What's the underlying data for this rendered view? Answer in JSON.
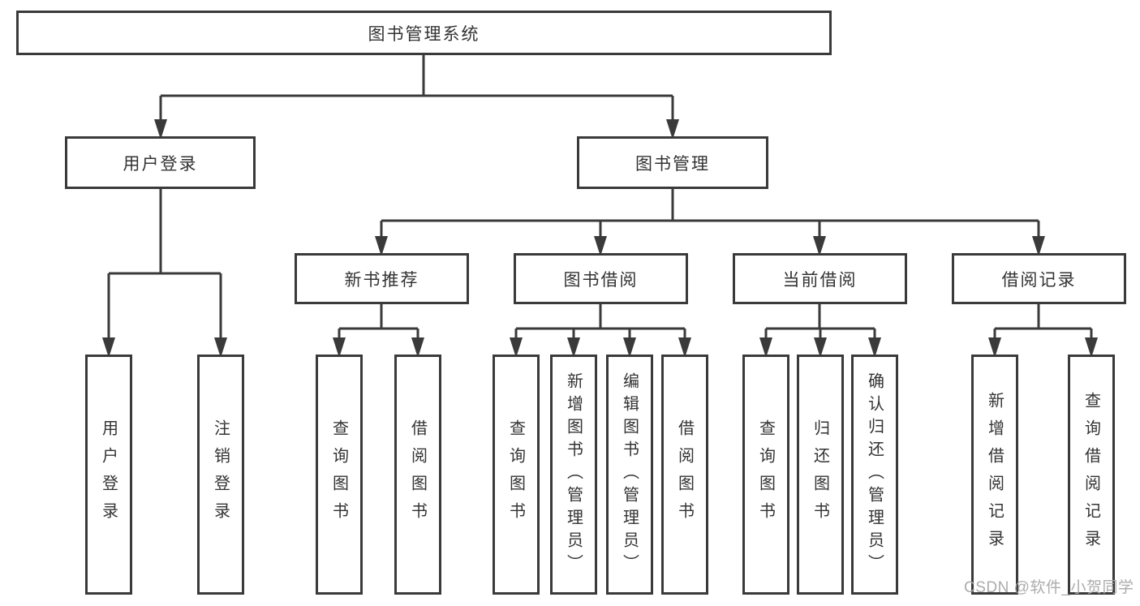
{
  "tree": {
    "root": {
      "label": "图书管理系统"
    },
    "level2": [
      {
        "label": "用户登录",
        "children": [
          {
            "label": "用户登录"
          },
          {
            "label": "注销登录"
          }
        ]
      },
      {
        "label": "图书管理",
        "sections": [
          {
            "label": "新书推荐",
            "children": [
              {
                "label": "查询图书"
              },
              {
                "label": "借阅图书"
              }
            ]
          },
          {
            "label": "图书借阅",
            "children": [
              {
                "label": "查询图书"
              },
              {
                "label": "新增图书（管理员）"
              },
              {
                "label": "编辑图书（管理员）"
              },
              {
                "label": "借阅图书"
              }
            ]
          },
          {
            "label": "当前借阅",
            "children": [
              {
                "label": "查询图书"
              },
              {
                "label": "归还图书"
              },
              {
                "label": "确认归还（管理员）"
              }
            ]
          },
          {
            "label": "借阅记录",
            "children": [
              {
                "label": "新增借阅记录"
              },
              {
                "label": "查询借阅记录"
              }
            ]
          }
        ]
      }
    ]
  },
  "watermark": "CSDN @软件_小贺同学",
  "colors": {
    "line": "#3a3a3a",
    "text": "#333333",
    "background": "#ffffff",
    "watermark": "#a8a8a8"
  }
}
